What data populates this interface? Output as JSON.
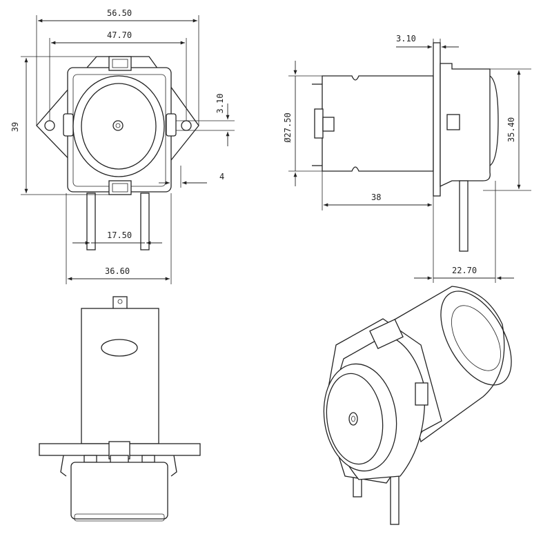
{
  "dimensions": {
    "overall_width": "56.50",
    "hole_spacing": "47.70",
    "height": "39",
    "flange_thickness_front": "3.10",
    "offset_4": "4",
    "tube_spacing": "17.50",
    "body_width": "36.60",
    "flange_thickness_side": "3.10",
    "motor_diameter": "Ø27.50",
    "head_height": "35.40",
    "motor_length": "38",
    "head_depth": "22.70"
  }
}
